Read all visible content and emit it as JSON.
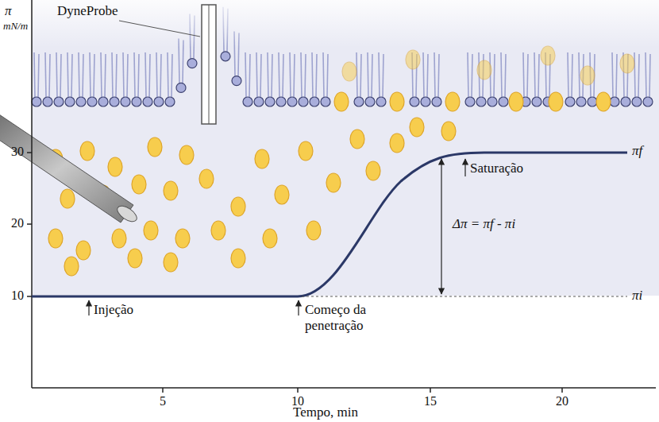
{
  "diagram": {
    "labels": [
      "π",
      "mN/m",
      "DyneProbe",
      "30",
      "20",
      "10",
      "Injeção",
      "Começo da penetração",
      "Saturação",
      "Δπ = πf - πi",
      "πf",
      "πi",
      "5",
      "10",
      "15",
      "20",
      "Tempo, min"
    ]
  }
}
